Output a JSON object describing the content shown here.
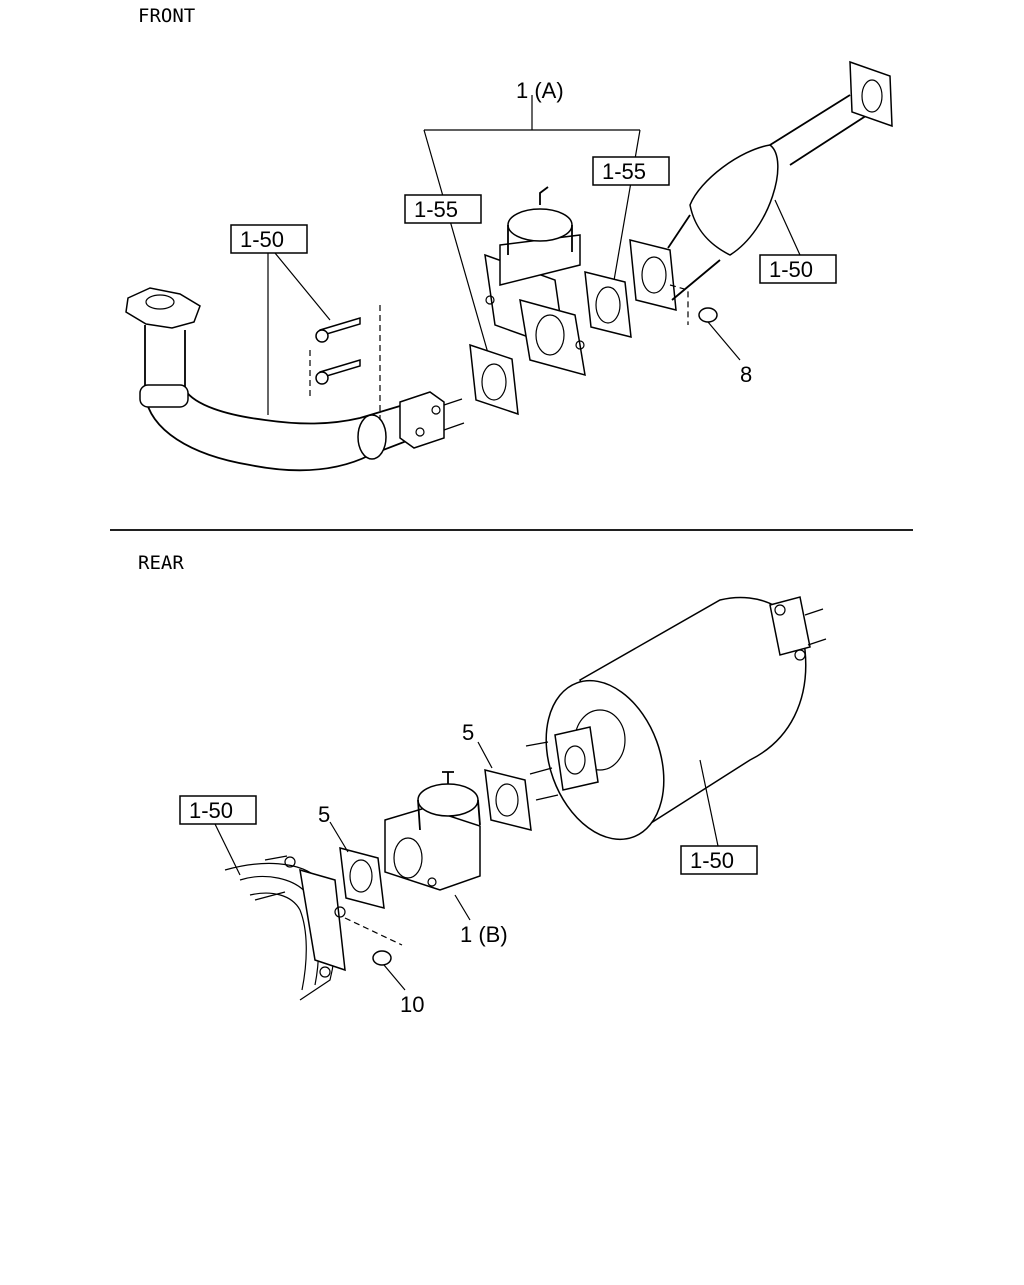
{
  "sections": {
    "front": "FRONT",
    "rear": "REAR"
  },
  "front": {
    "callout_1a": "1 (A)",
    "ref_left": "1-55",
    "ref_right": "1-55",
    "ref_pipe": "1-50",
    "ref_converter": "1-50",
    "callout_8": "8"
  },
  "rear": {
    "ref_left": "1-50",
    "ref_muffler": "1-50",
    "callout_5_left": "5",
    "callout_5_right": "5",
    "callout_1b": "1 (B)",
    "callout_10": "10"
  }
}
